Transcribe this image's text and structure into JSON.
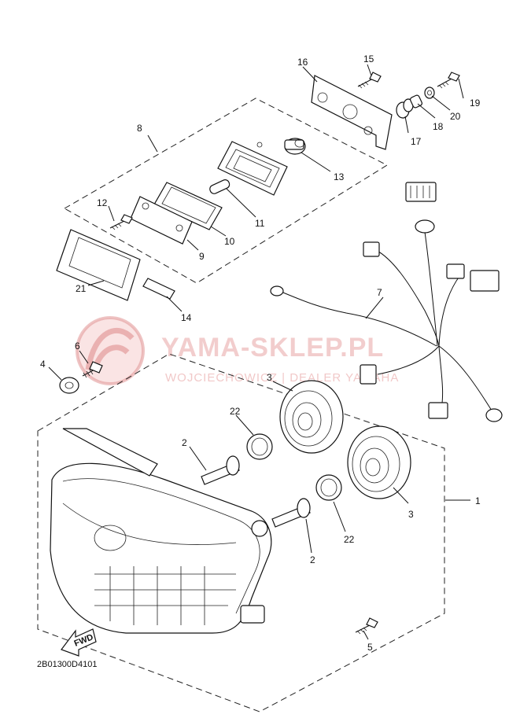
{
  "watermark": {
    "title": "YAMA-SKLEP.PL",
    "subtitle": "WOJCIECHOWICZ | DEALER YAMAHA"
  },
  "diagram_code": "2B01300D4101",
  "fwd_label": "FWD",
  "callouts": {
    "c1": "1",
    "c2a": "2",
    "c2b": "2",
    "c3a": "3",
    "c3b": "3",
    "c4": "4",
    "c5": "5",
    "c6": "6",
    "c7": "7",
    "c8": "8",
    "c9": "9",
    "c10": "10",
    "c11": "11",
    "c12": "12",
    "c13": "13",
    "c14": "14",
    "c15": "15",
    "c16": "16",
    "c17": "17",
    "c18": "18",
    "c19": "19",
    "c20": "20",
    "c21": "21",
    "c22a": "22",
    "c22b": "22"
  },
  "colors": {
    "line": "#111111",
    "watermark": "#e9a5a5"
  }
}
